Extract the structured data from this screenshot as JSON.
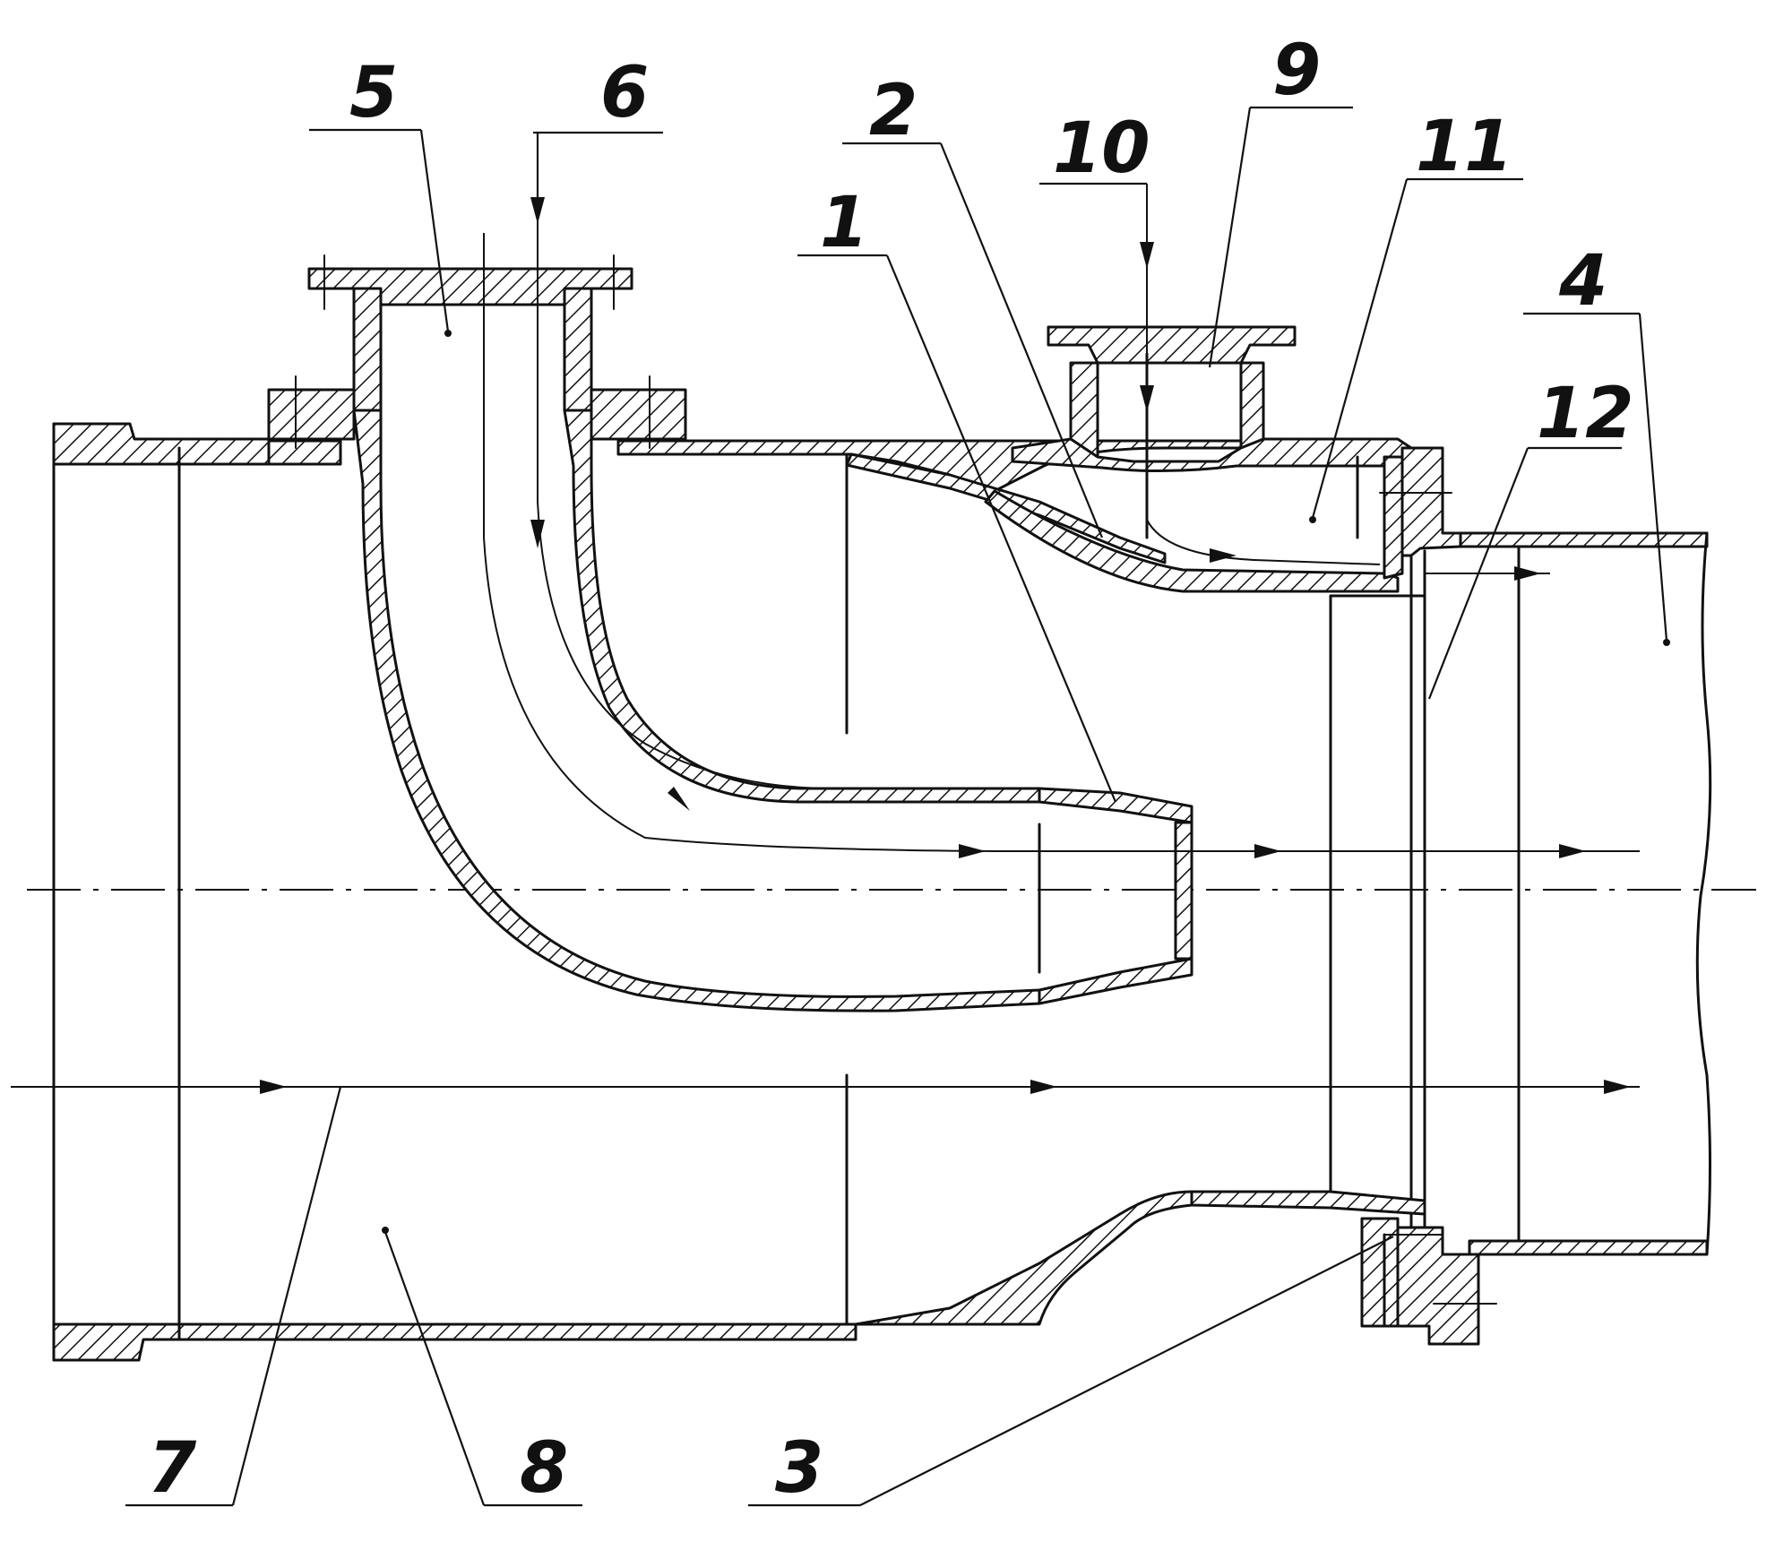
{
  "callouts": [
    {
      "id": "5",
      "label": "5"
    },
    {
      "id": "6",
      "label": "6"
    },
    {
      "id": "2",
      "label": "2"
    },
    {
      "id": "9",
      "label": "9"
    },
    {
      "id": "10",
      "label": "10"
    },
    {
      "id": "11",
      "label": "11"
    },
    {
      "id": "1",
      "label": "1"
    },
    {
      "id": "4",
      "label": "4"
    },
    {
      "id": "12",
      "label": "12"
    },
    {
      "id": "7",
      "label": "7"
    },
    {
      "id": "8",
      "label": "8"
    },
    {
      "id": "3",
      "label": "3"
    }
  ],
  "colors": {
    "ink": "#111111",
    "paper": "#ffffff"
  }
}
